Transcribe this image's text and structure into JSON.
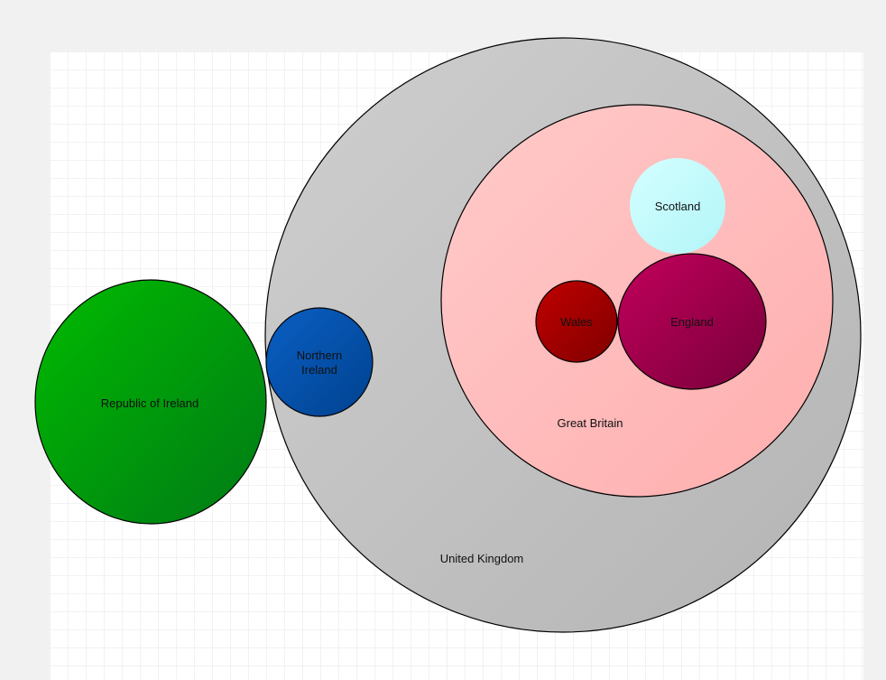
{
  "diagram": {
    "nodes": {
      "united_kingdom": {
        "label": "United Kingdom",
        "fill_start": "#cfcfcf",
        "fill_end": "#b4b4b4"
      },
      "great_britain": {
        "label": "Great Britain",
        "fill_start": "#ffcaca",
        "fill_end": "#ffaeae"
      },
      "scotland": {
        "label": "Scotland",
        "fill_start": "#d4ffff",
        "fill_end": "#b2f5f8"
      },
      "wales": {
        "label": "Wales",
        "fill_start": "#c10000",
        "fill_end": "#7f0000"
      },
      "england": {
        "label": "England",
        "fill_start": "#c3005c",
        "fill_end": "#77003a"
      },
      "northern_ireland": {
        "label_line1": "Northern",
        "label_line2": "Ireland",
        "fill_start": "#0a5fc4",
        "fill_end": "#00428f"
      },
      "republic_of_ireland": {
        "label": "Republic of Ireland",
        "fill_start": "#00bb00",
        "fill_end": "#007a16"
      }
    },
    "canvas": {
      "background": "#ffffff",
      "grid_color": "#e6e6e6",
      "page_background": "#f1f1f1"
    }
  }
}
